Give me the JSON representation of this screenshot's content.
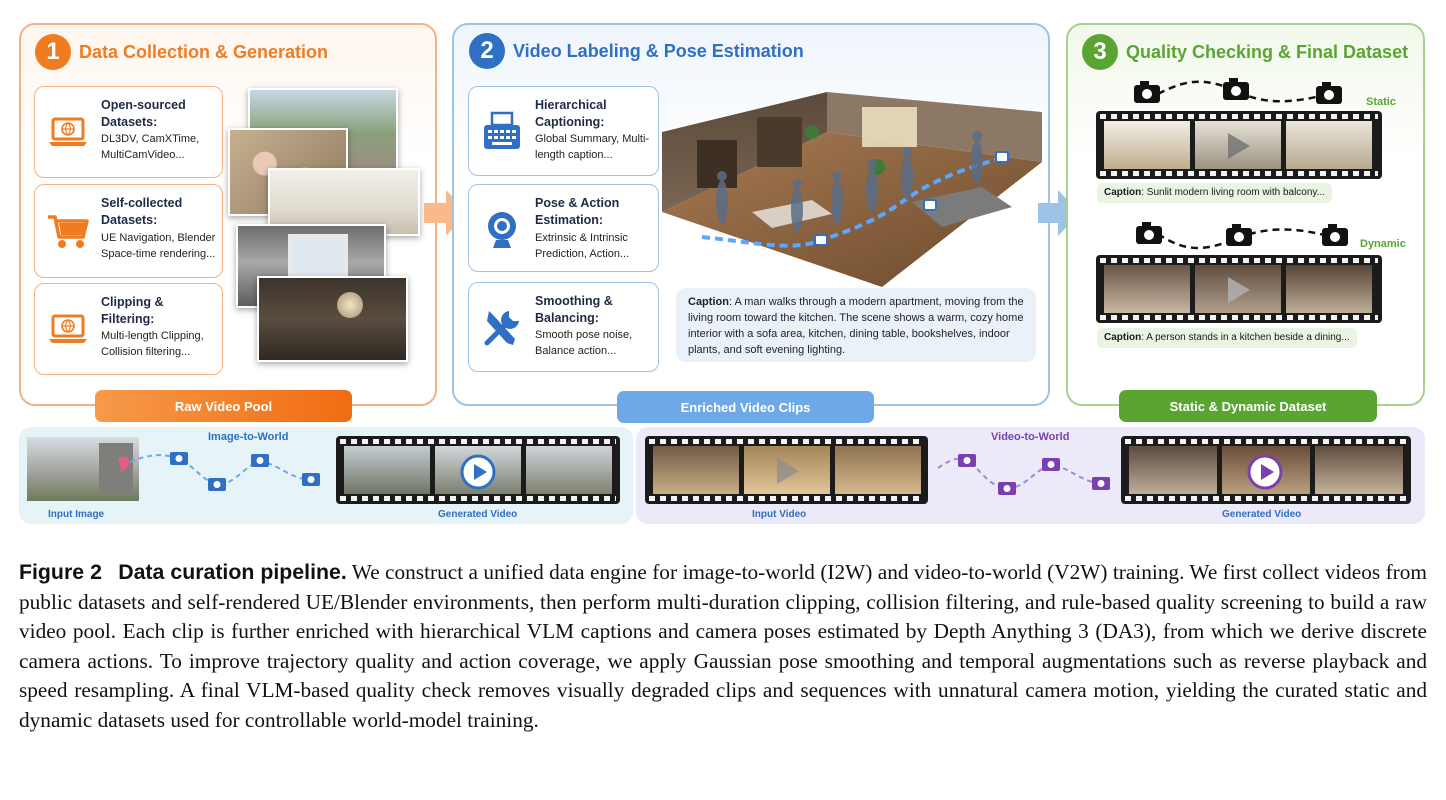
{
  "colors": {
    "orange": "#f07c22",
    "blue": "#3b78c9",
    "green": "#5aa532",
    "purple": "#7b3fb0"
  },
  "panel1": {
    "number": "1",
    "title": "Data Collection & Generation",
    "cards": [
      {
        "icon": "laptop-globe-icon",
        "title": "Open-sourced Datasets:",
        "body": "DL3DV, CamXTime, MultiCamVideo..."
      },
      {
        "icon": "wheelbarrow-icon",
        "title": "Self-collected Datasets:",
        "body": "UE Navigation, Blender Space-time rendering..."
      },
      {
        "icon": "laptop-globe-icon",
        "title": "Clipping & Filtering:",
        "body": "Multi-length Clipping, Collision filtering..."
      }
    ],
    "pill": "Raw Video Pool"
  },
  "panel2": {
    "number": "2",
    "title": "Video Labeling & Pose Estimation",
    "cards": [
      {
        "icon": "typewriter-icon",
        "title": "Hierarchical Captioning:",
        "body": "Global Summary, Multi-length caption..."
      },
      {
        "icon": "webcam-icon",
        "title": "Pose & Action Estimation:",
        "body": "Extrinsic & Intrinsic Prediction, Action..."
      },
      {
        "icon": "tools-icon",
        "title": "Smoothing & Balancing:",
        "body": "Smooth pose noise, Balance action..."
      }
    ],
    "caption_label": "Caption",
    "caption_text": ": A man walks through a modern apartment, moving from the living room toward the kitchen. The scene shows a warm, cozy home interior with a sofa area, kitchen, dining table, bookshelves, indoor plants, and soft evening lighting.",
    "pill": "Enriched Video Clips"
  },
  "panel3": {
    "number": "3",
    "title": "Quality Checking & Final Dataset",
    "static_label": "Static",
    "dynamic_label": "Dynamic",
    "caption_label": "Caption",
    "static_caption": ": Sunlit modern living room with balcony...",
    "dynamic_caption": ": A person stands in a kitchen beside a dining...",
    "pill": "Static & Dynamic Dataset"
  },
  "bottom_left": {
    "title": "Image-to-World",
    "input_label": "Input Image",
    "output_label": "Generated Video"
  },
  "bottom_right": {
    "title": "Video-to-World",
    "input_label": "Input Video",
    "output_label": "Generated Video"
  },
  "figure": {
    "label": "Figure 2",
    "title": "Data curation pipeline.",
    "text": "We construct a unified data engine for image-to-world (I2W) and video-to-world (V2W) training. We first collect videos from public datasets and self-rendered UE/Blender environments, then perform multi-duration clipping, collision filtering, and rule-based quality screening to build a raw video pool. Each clip is further enriched with hierarchical VLM captions and camera poses estimated by Depth Anything 3 (DA3), from which we derive discrete camera actions. To improve trajectory quality and action coverage, we apply Gaussian pose smoothing and temporal augmentations such as reverse playback and speed resampling. A final VLM-based quality check removes visually degraded clips and sequences with unnatural camera motion, yielding the curated static and dynamic datasets used for controllable world-model training."
  }
}
